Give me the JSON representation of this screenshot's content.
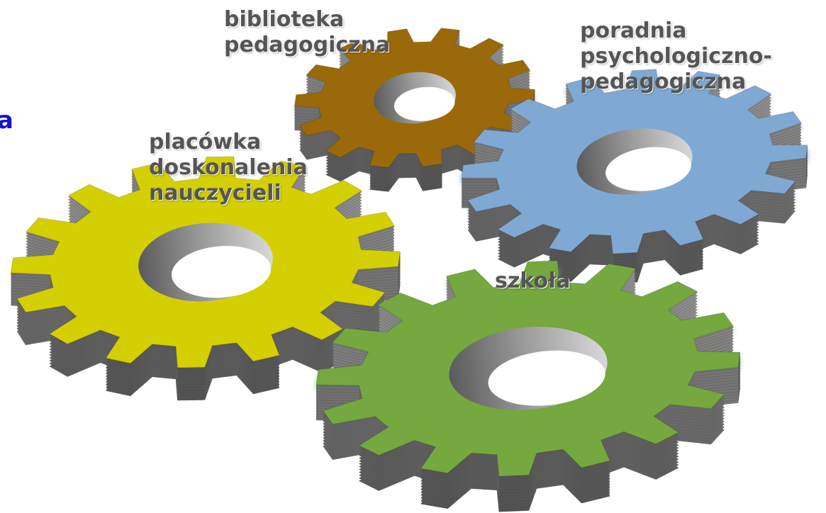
{
  "edge_fragment": "a",
  "colors": {
    "yellow": "#d4cf00",
    "brown": "#9a6a0a",
    "blue": "#7fa9d3",
    "green": "#75a83f",
    "side": "#6f6f6f",
    "glow_yellow": "#fff24a",
    "glow_blue": "#3f6ee6",
    "glow_green": "#4fbf3a",
    "glow_brown": "#e9b48a"
  },
  "gears": [
    {
      "id": "biblioteka",
      "label": "biblioteka\npedagogiczna",
      "color_key": "brown"
    },
    {
      "id": "poradnia",
      "label": "poradnia\npsychologiczno-\npedagogiczna",
      "color_key": "blue"
    },
    {
      "id": "placowka",
      "label": "placówka\ndoskonalenia\nnauczycieli",
      "color_key": "yellow"
    },
    {
      "id": "szkola",
      "label": "szkoła",
      "color_key": "green"
    }
  ]
}
